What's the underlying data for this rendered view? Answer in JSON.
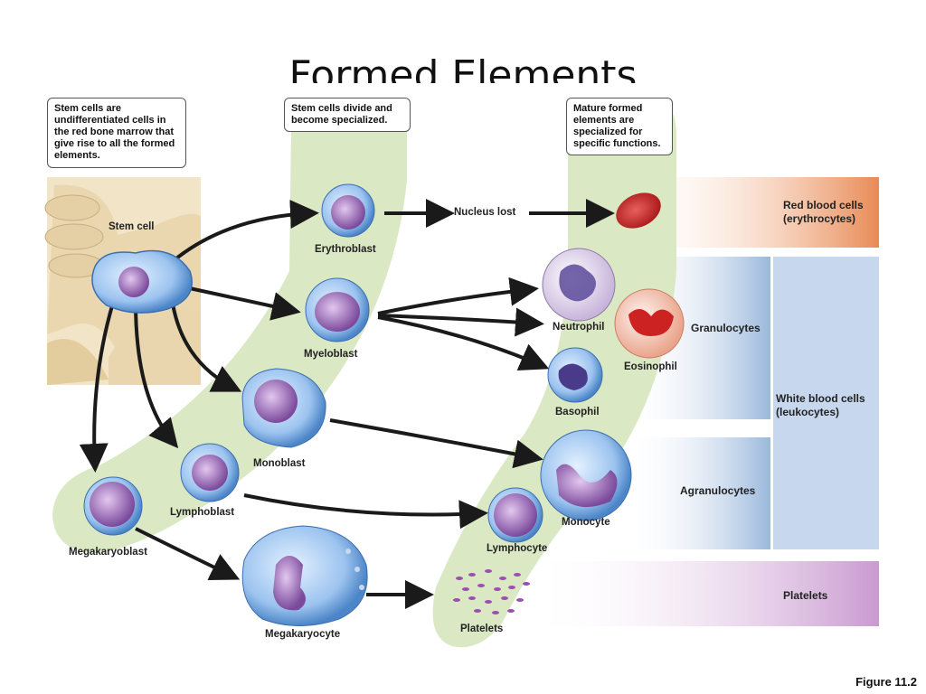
{
  "title": "Formed Elements",
  "figure_label": "Figure 11.2",
  "notes": {
    "stem_cells": "Stem cells are undifferentiated cells in the red bone marrow that give rise to all the formed elements.",
    "divide": "Stem cells divide and become specialized.",
    "mature": "Mature formed elements are specialized for specific functions."
  },
  "labels": {
    "stem_cell": "Stem cell",
    "erythroblast": "Erythroblast",
    "myeloblast": "Myeloblast",
    "monoblast": "Monoblast",
    "lymphoblast": "Lymphoblast",
    "megakaryoblast": "Megakaryoblast",
    "megakaryocyte": "Megakaryocyte",
    "nucleus_lost": "Nucleus lost",
    "neutrophil": "Neutrophil",
    "eosinophil": "Eosinophil",
    "basophil": "Basophil",
    "monocyte": "Monocyte",
    "lymphocyte": "Lymphocyte",
    "platelets": "Platelets"
  },
  "bands": {
    "red_blood_cells": "Red blood cells (erythrocytes)",
    "granulocytes": "Granulocytes",
    "agranulocytes": "Agranulocytes",
    "white_blood_cells": "White blood cells (leukocytes)",
    "platelets": "Platelets"
  },
  "colors": {
    "band_green": "#dbe8c4",
    "red_band": "#e88a55",
    "blue_band": "#9ab8dc",
    "purple_band": "#c99ad0",
    "cell_blue": "#8fb9e8",
    "nucleus_purple": "#9b6bb5",
    "rbc_red": "#cc2222"
  }
}
